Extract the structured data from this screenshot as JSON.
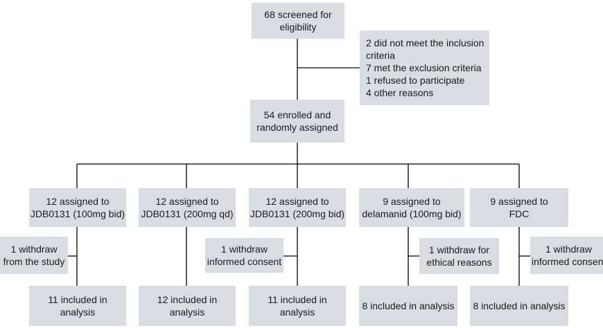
{
  "screened": {
    "line1": "68 screened for",
    "line2": "eligibility"
  },
  "excluded": {
    "line1": "2 did not meet the inclusion",
    "line2": "criteria",
    "line3": "7 met the exclusion criteria",
    "line4": "1 refused to participate",
    "line5": "4 other reasons"
  },
  "enrolled": {
    "line1": "54 enrolled and",
    "line2": "randomly assigned"
  },
  "arms": [
    {
      "line1": "12 assigned to",
      "line2": "JDB0131 (100mg bid)",
      "withdraw1": "1 withdraw",
      "withdraw2": "from the study",
      "analysis1": "11 included in",
      "analysis2": "analysis"
    },
    {
      "line1": "12 assigned to",
      "line2": "JDB0131 (200mg qd)",
      "analysis1": "12 included in",
      "analysis2": "analysis"
    },
    {
      "line1": "12 assigned to",
      "line2": "JDB0131 (200mg bid)",
      "withdraw1": "1 withdraw",
      "withdraw2": "informed consent",
      "analysis1": "11 included in",
      "analysis2": "analysis"
    },
    {
      "line1": "9 assigned to",
      "line2": "delamanid (100mg bid)",
      "withdraw1": "1 withdraw for",
      "withdraw2": "ethical reasons",
      "analysis1": "8 included in analysis"
    },
    {
      "line1": "9 assigned to",
      "line2": "FDC",
      "withdraw1": "1 withdraw",
      "withdraw2": "informed consen",
      "analysis1": "8 included in analysis"
    }
  ]
}
